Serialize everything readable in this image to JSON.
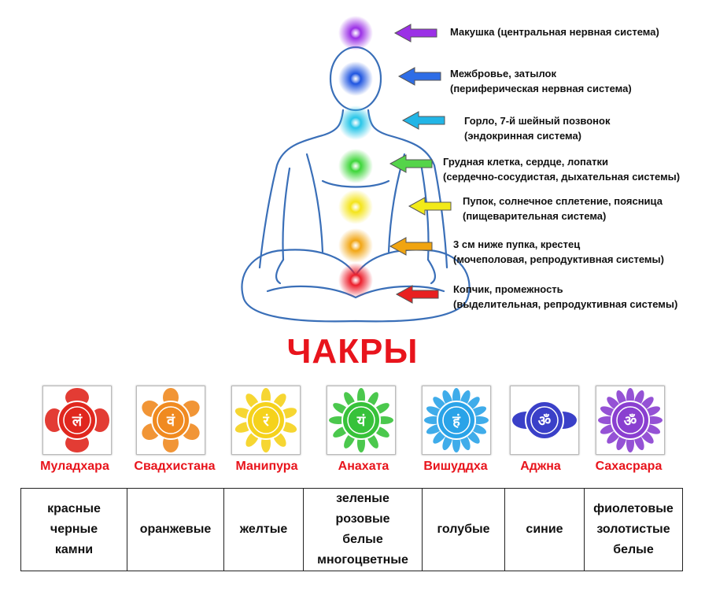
{
  "title": "ЧАКРЫ",
  "annotations": [
    {
      "line1": "Макушка (центральная нервная система)",
      "line2": "",
      "arrow_color": "#9b30e6"
    },
    {
      "line1": "Межбровье, затылок",
      "line2": "(периферическая нервная система)",
      "arrow_color": "#2e6de6"
    },
    {
      "line1": "Горло, 7-й шейный позвонок",
      "line2": "(эндокринная система)",
      "arrow_color": "#22b5e6"
    },
    {
      "line1": "Грудная клетка, сердце, лопатки",
      "line2": "(сердечно-сосудистая, дыхательная системы)",
      "arrow_color": "#55d44a"
    },
    {
      "line1": "Пупок, солнечное сплетение, поясница",
      "line2": "(пищеварительная система)",
      "arrow_color": "#f2ea18"
    },
    {
      "line1": "3 см ниже пупка, крестец",
      "line2": "(мочеполовая, репродуктивная системы)",
      "arrow_color": "#f0a410"
    },
    {
      "line1": "Копчик, промежность",
      "line2": "(выделительная, репродуктивная системы)",
      "arrow_color": "#e82020"
    }
  ],
  "body_chakra_colors": [
    "#9b30e6",
    "#1f55e0",
    "#29c6e8",
    "#3ed63a",
    "#f4e41a",
    "#f2a614",
    "#ec1f2c"
  ],
  "chakras": [
    {
      "name": "Муладхара",
      "color": "#e0271e",
      "glyph": "लं",
      "stones": [
        "красные",
        "черные",
        "камни"
      ]
    },
    {
      "name": "Свадхистана",
      "color": "#f08a20",
      "glyph": "वं",
      "stones": [
        "оранжевые"
      ]
    },
    {
      "name": "Манипура",
      "color": "#f5d21c",
      "glyph": "रं",
      "stones": [
        "желтые"
      ]
    },
    {
      "name": "Анахата",
      "color": "#37c23a",
      "glyph": "यं",
      "stones": [
        "зеленые",
        "розовые",
        "белые",
        "многоцветные"
      ]
    },
    {
      "name": "Вишуддха",
      "color": "#2aa3e8",
      "glyph": "हं",
      "stones": [
        "голубые"
      ]
    },
    {
      "name": "Аджна",
      "color": "#3a40c8",
      "glyph": "ॐ",
      "stones": [
        "синие"
      ]
    },
    {
      "name": "Сахасрара",
      "color": "#8a3fd0",
      "glyph": "ॐ",
      "stones": [
        "фиолетовые",
        "золотистые",
        "белые"
      ]
    }
  ]
}
